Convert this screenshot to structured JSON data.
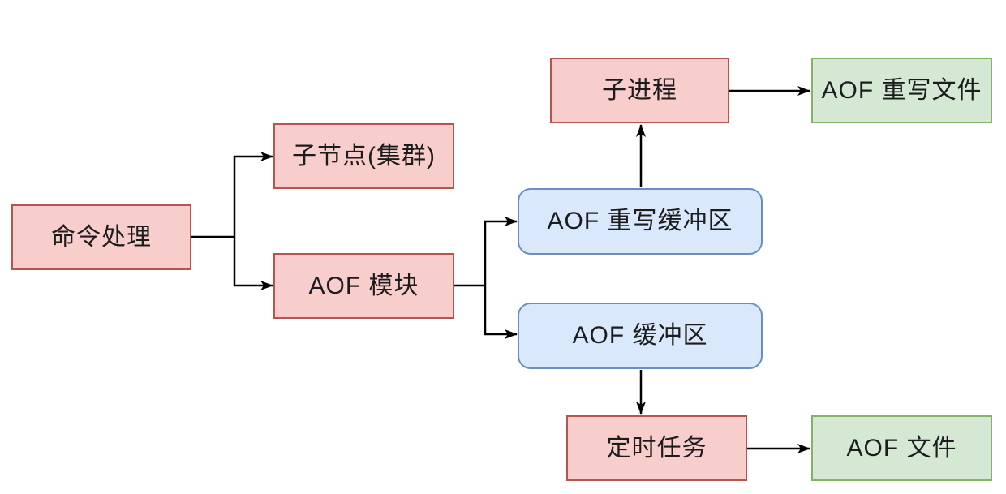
{
  "diagram": {
    "type": "flowchart",
    "nodes": [
      {
        "id": "command-processing",
        "label": "命令处理",
        "color": "pink"
      },
      {
        "id": "child-node-cluster",
        "label": "子节点(集群)",
        "color": "pink"
      },
      {
        "id": "aof-module",
        "label": "AOF 模块",
        "color": "pink"
      },
      {
        "id": "aof-rewrite-buffer",
        "label": "AOF 重写缓冲区",
        "color": "blue"
      },
      {
        "id": "aof-buffer",
        "label": "AOF 缓冲区",
        "color": "blue"
      },
      {
        "id": "child-process",
        "label": "子进程",
        "color": "pink"
      },
      {
        "id": "aof-rewrite-file",
        "label": "AOF 重写文件",
        "color": "green"
      },
      {
        "id": "timer-task",
        "label": "定时任务",
        "color": "pink"
      },
      {
        "id": "aof-file",
        "label": "AOF 文件",
        "color": "green"
      }
    ],
    "edges": [
      {
        "from": "command-processing",
        "to": "child-node-cluster"
      },
      {
        "from": "command-processing",
        "to": "aof-module"
      },
      {
        "from": "aof-module",
        "to": "aof-rewrite-buffer"
      },
      {
        "from": "aof-module",
        "to": "aof-buffer"
      },
      {
        "from": "aof-rewrite-buffer",
        "to": "child-process"
      },
      {
        "from": "child-process",
        "to": "aof-rewrite-file"
      },
      {
        "from": "aof-buffer",
        "to": "timer-task"
      },
      {
        "from": "timer-task",
        "to": "aof-file"
      }
    ],
    "colors": {
      "pink_fill": "#f8cecc",
      "pink_stroke": "#b85450",
      "blue_fill": "#dae8fc",
      "blue_stroke": "#6c8ebf",
      "green_fill": "#d5e8d4",
      "green_stroke": "#82b366",
      "arrow": "#000000",
      "background": "#ffffff"
    }
  }
}
